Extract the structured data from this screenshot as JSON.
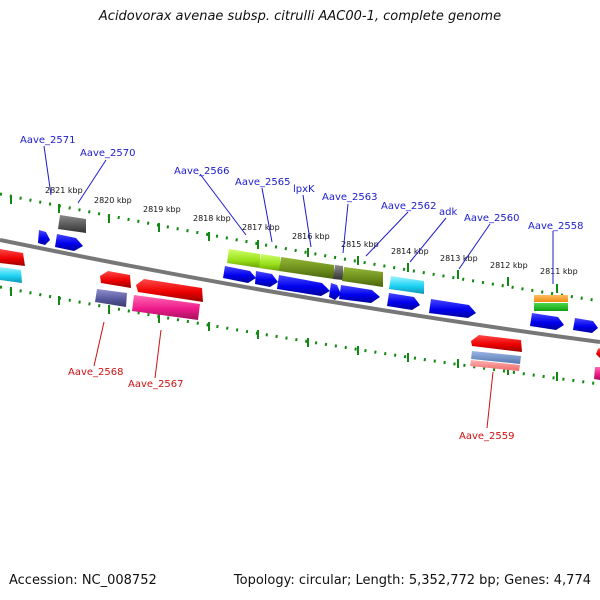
{
  "title": "Acidovorax avenae subsp. citrulli AAC00-1, complete genome",
  "footer": {
    "accession": "Accession: NC_008752",
    "summary": "Topology: circular; Length: 5,352,772 bp; Genes: 4,774"
  },
  "colors": {
    "forward_label": "#1c1ccc",
    "reverse_label": "#cc1111",
    "backbone": "#777777",
    "tick": "#118811"
  },
  "kbp_labels": [
    "2821 kbp",
    "2820 kbp",
    "2819 kbp",
    "2818 kbp",
    "2817 kbp",
    "2816 kbp",
    "2815 kbp",
    "2814 kbp",
    "2813 kbp",
    "2812 kbp",
    "2811 kbp"
  ],
  "gene_labels": {
    "forward": [
      "Aave_2571",
      "Aave_2570",
      "Aave_2566",
      "Aave_2565",
      "lpxK",
      "Aave_2563",
      "Aave_2562",
      "adk",
      "Aave_2560",
      "Aave_2558"
    ],
    "reverse": [
      "Aave_2568",
      "Aave_2567",
      "Aave_2559"
    ]
  }
}
